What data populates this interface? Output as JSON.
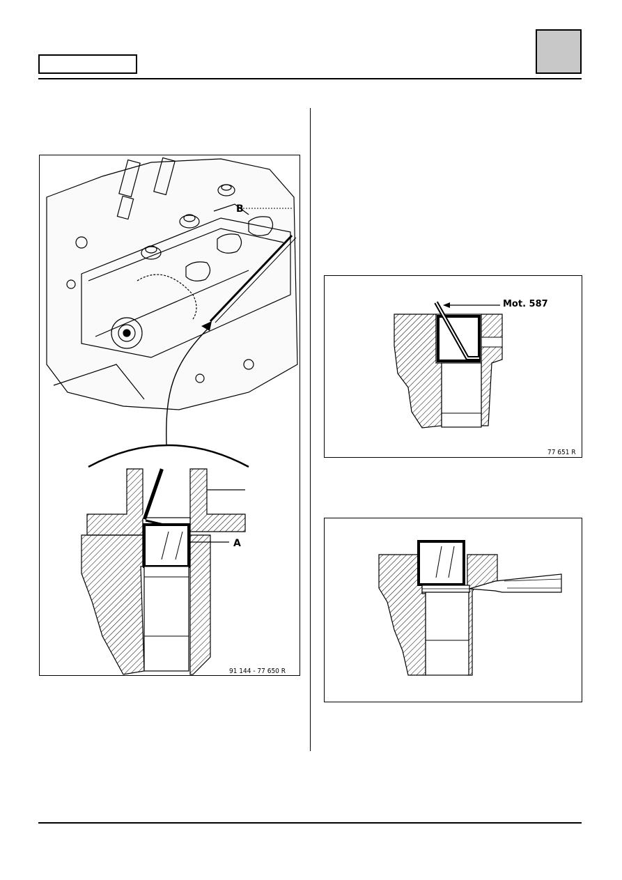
{
  "figures": {
    "fig1": {
      "label_a": "A",
      "label_b": "B",
      "ref": "91 144 - 77 650 R"
    },
    "fig2": {
      "tool_label": "Mot. 587",
      "ref": "77 651 R"
    },
    "fig3": {}
  }
}
